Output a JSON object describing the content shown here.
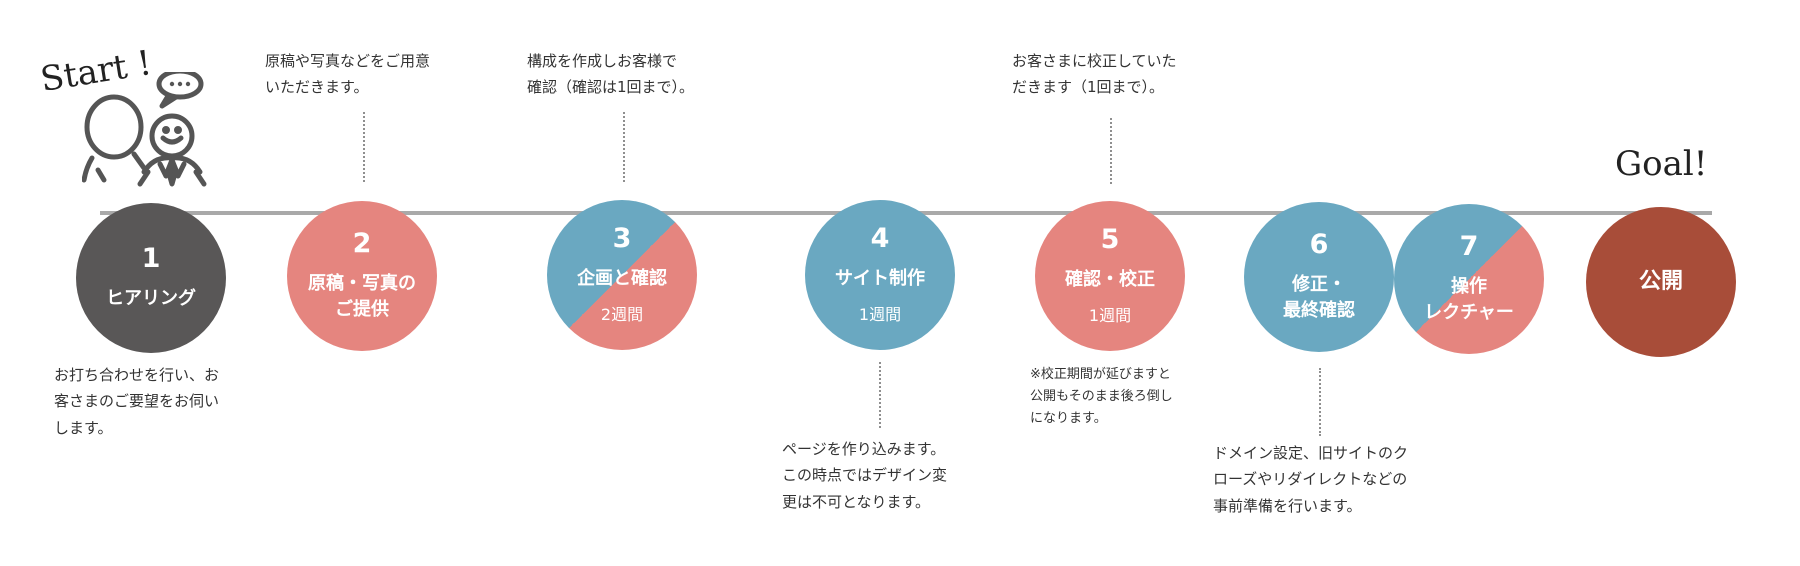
{
  "start_label": "Start !",
  "goal_label": "Goal!",
  "steps": [
    {
      "num": "1",
      "title": "ヒアリング",
      "duration": ""
    },
    {
      "num": "2",
      "title": "原稿・写真の\nご提供",
      "duration": ""
    },
    {
      "num": "3",
      "title": "企画と確認",
      "duration": "2週間"
    },
    {
      "num": "4",
      "title": "サイト制作",
      "duration": "1週間"
    },
    {
      "num": "5",
      "title": "確認・校正",
      "duration": "1週間"
    },
    {
      "num": "6",
      "title": "修正・\n最終確認",
      "duration": ""
    },
    {
      "num": "7",
      "title": "操作\nレクチャー",
      "duration": ""
    }
  ],
  "final_step": {
    "title": "公開"
  },
  "notes": {
    "step1": "お打ち合わせを行い、お\n客さまのご要望をお伺い\nします。",
    "step2": "原稿や写真などをご用意\nいただきます。",
    "step3": "構成を作成しお客様で\n確認（確認は1回まで）。",
    "step4": "ページを作り込みます。\nこの時点ではデザイン変\n更は不可となります。",
    "step5_top": "お客さまに校正していた\nだきます（1回まで）。",
    "step5_bottom": "※校正期間が延びますと\n公開もそのまま後ろ倒し\nになります。",
    "step6": "ドメイン設定、旧サイトのク\nローズやリダイレクトなどの\n事前準備を行います。"
  },
  "colors": {
    "dark": "#595757",
    "pink": "#e5857f",
    "blue": "#6aa8c1",
    "red": "#a84d39",
    "line": "#a9a9a9"
  },
  "icons": [
    "people-chat-icon"
  ]
}
